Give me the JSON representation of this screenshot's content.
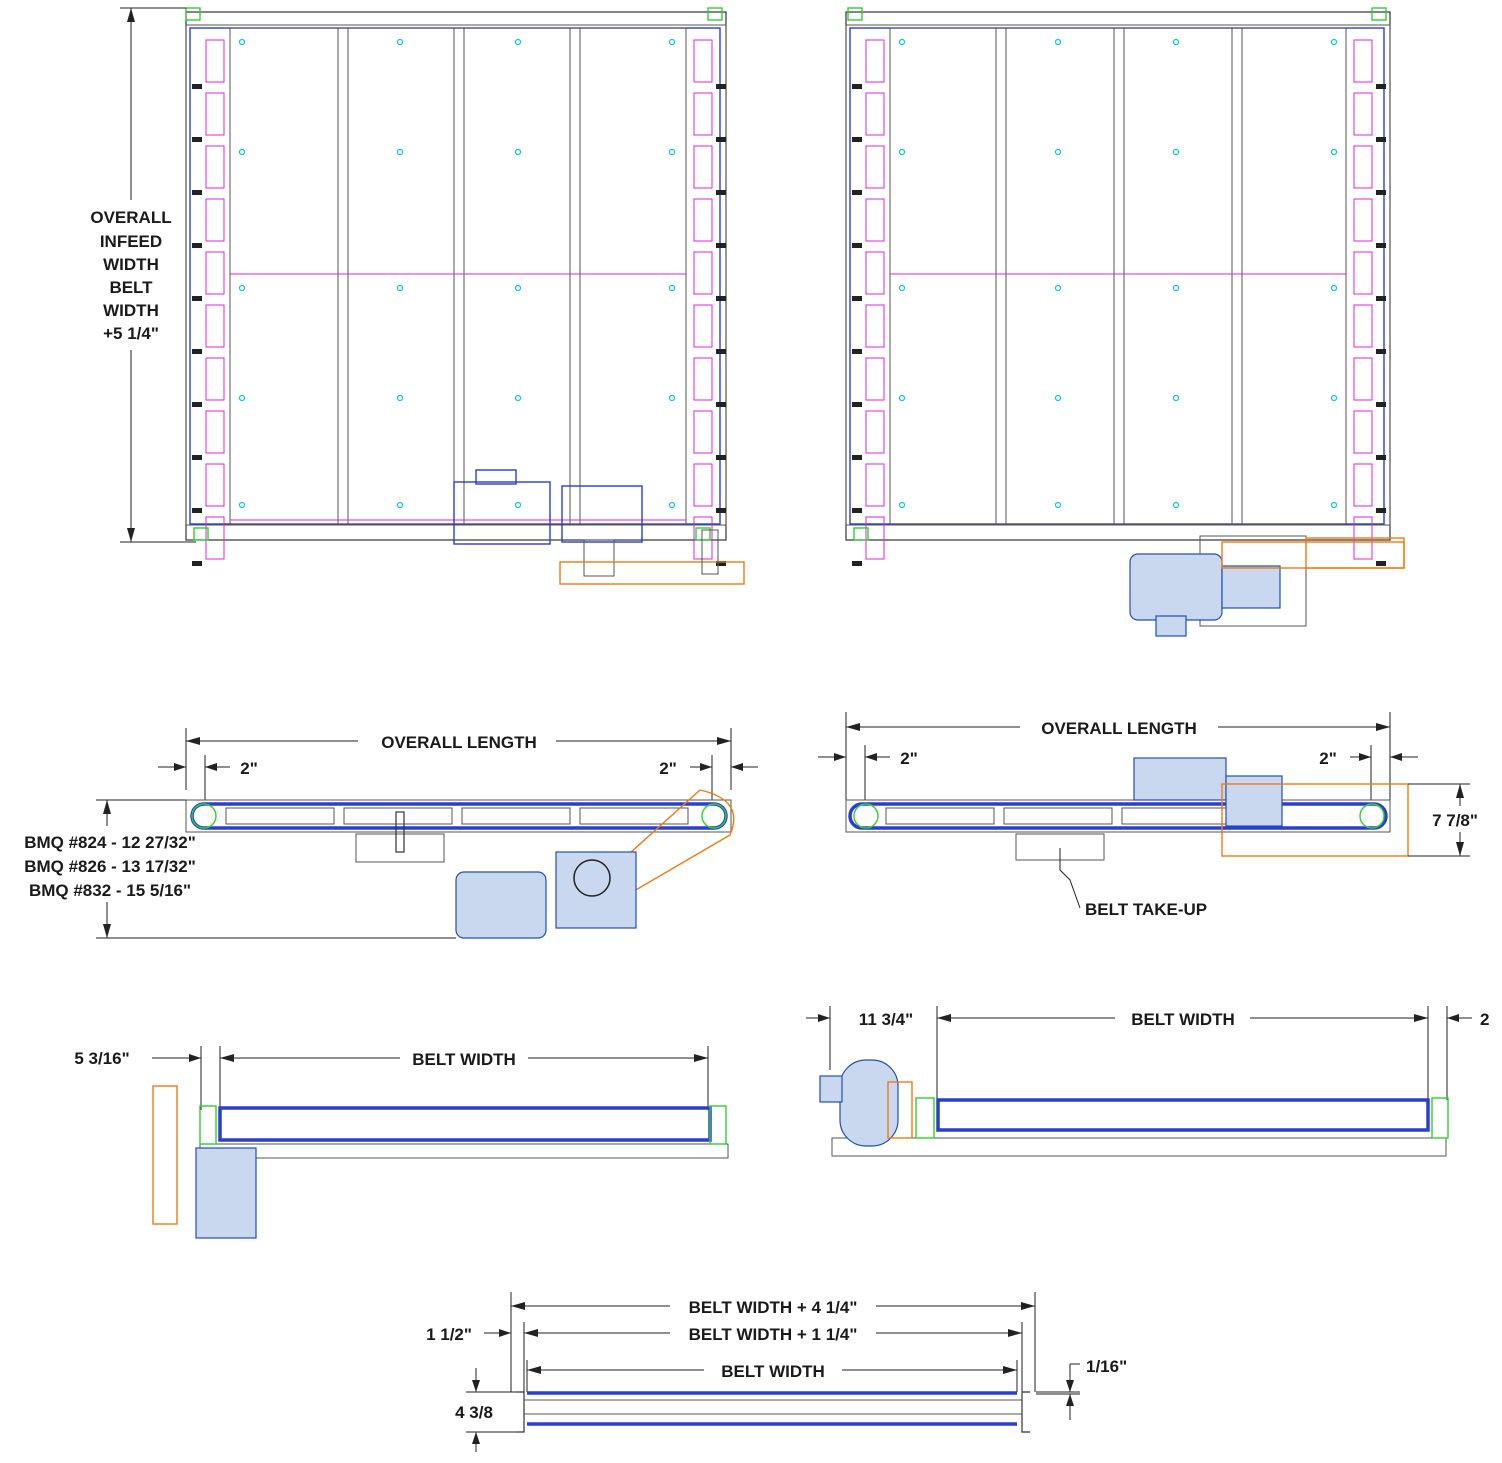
{
  "colors": {
    "frame": "#333333",
    "belt": "#2a3fd0",
    "accent_magenta": "#e020e0",
    "accent_orange": "#f07a10",
    "accent_green": "#30d030",
    "accent_cyan": "#00c8e0",
    "motor_fill": "#c9d8ee",
    "text": "#1a1a1a"
  },
  "top_view_left": {
    "dimension_label_lines": [
      "OVERALL",
      "INFEED",
      "WIDTH",
      "BELT",
      "WIDTH",
      "+5 1/4\""
    ]
  },
  "side_view_left": {
    "overall_length": "OVERALL LENGTH",
    "left_offset": "2\"",
    "right_offset": "2\"",
    "height_lines": [
      "BMQ #824 - 12 27/32\"",
      "BMQ #826 - 13 17/32\"",
      "BMQ #832 - 15 5/16\""
    ]
  },
  "side_view_right": {
    "overall_length": "OVERALL LENGTH",
    "left_offset": "2\"",
    "right_offset": "2\"",
    "height": "7 7/8\"",
    "callout": "BELT TAKE-UP"
  },
  "end_view_left": {
    "offset": "5 3/16\"",
    "belt_width": "BELT WIDTH"
  },
  "end_view_right": {
    "offset": "11 3/4\"",
    "belt_width": "BELT WIDTH",
    "right_offset_partial": "2"
  },
  "cross_section": {
    "outer": "BELT WIDTH + 4 1/4\"",
    "inner": "BELT WIDTH + 1 1/4\"",
    "belt": "BELT WIDTH",
    "side_offset": "1 1/2\"",
    "height": "4 3/8",
    "gap": "1/16\""
  }
}
